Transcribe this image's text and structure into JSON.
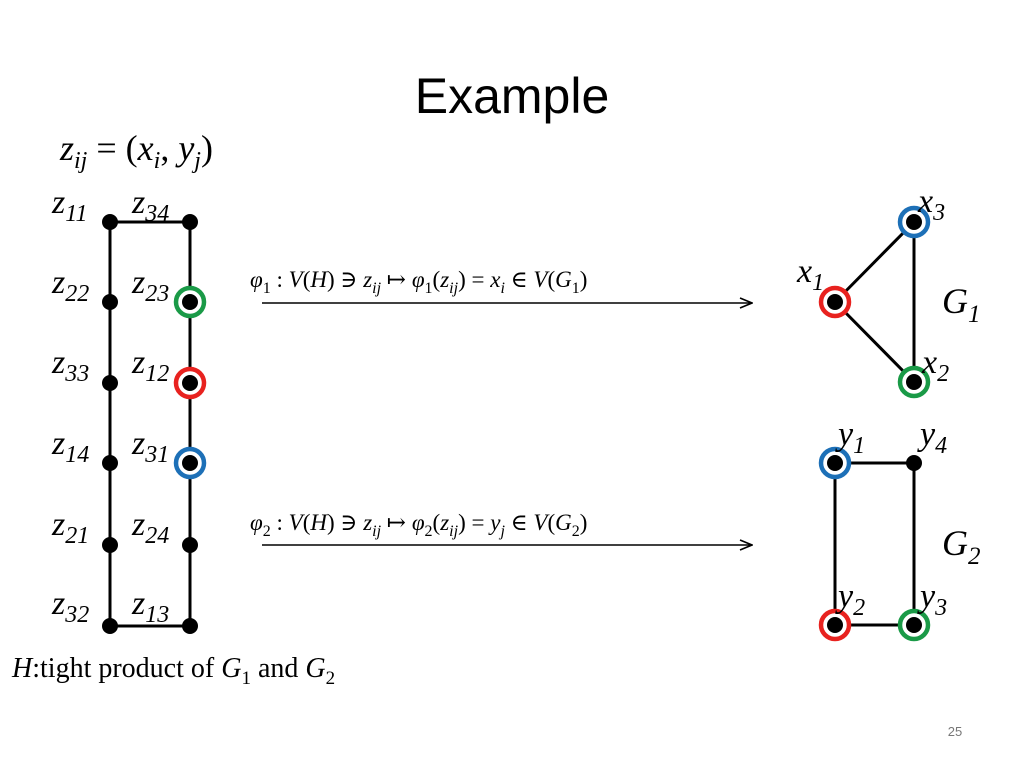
{
  "slide": {
    "title": "Example",
    "page_number": "25",
    "definition": "z_ij = (x_i, y_j)",
    "caption": "H:tight product of G_1 and G_2"
  },
  "colors": {
    "vertex": "#000000",
    "red": "#e8221f",
    "green": "#1a9a47",
    "blue": "#1d70b7"
  },
  "graph_H": {
    "vertices": [
      {
        "label": "z_11",
        "ring": null
      },
      {
        "label": "z_34",
        "ring": null
      },
      {
        "label": "z_22",
        "ring": null
      },
      {
        "label": "z_23",
        "ring": "green"
      },
      {
        "label": "z_33",
        "ring": null
      },
      {
        "label": "z_12",
        "ring": "red"
      },
      {
        "label": "z_14",
        "ring": null
      },
      {
        "label": "z_31",
        "ring": "blue"
      },
      {
        "label": "z_21",
        "ring": null
      },
      {
        "label": "z_24",
        "ring": null
      },
      {
        "label": "z_32",
        "ring": null
      },
      {
        "label": "z_13",
        "ring": null
      }
    ]
  },
  "graph_G1": {
    "name": "G_1",
    "vertices": [
      {
        "label": "x_1",
        "ring": "red"
      },
      {
        "label": "x_2",
        "ring": "green"
      },
      {
        "label": "x_3",
        "ring": "blue"
      }
    ]
  },
  "graph_G2": {
    "name": "G_2",
    "vertices": [
      {
        "label": "y_1",
        "ring": "blue"
      },
      {
        "label": "y_2",
        "ring": "red"
      },
      {
        "label": "y_3",
        "ring": "green"
      },
      {
        "label": "y_4",
        "ring": null
      }
    ]
  },
  "maps": {
    "phi1": "φ_1 : V(H) ∋ z_ij ↦ φ_1(z_ij) = x_i ∈ V(G_1)",
    "phi2": "φ_2 : V(H) ∋ z_ij ↦ φ_2(z_ij) = y_j ∈ V(G_2)"
  }
}
